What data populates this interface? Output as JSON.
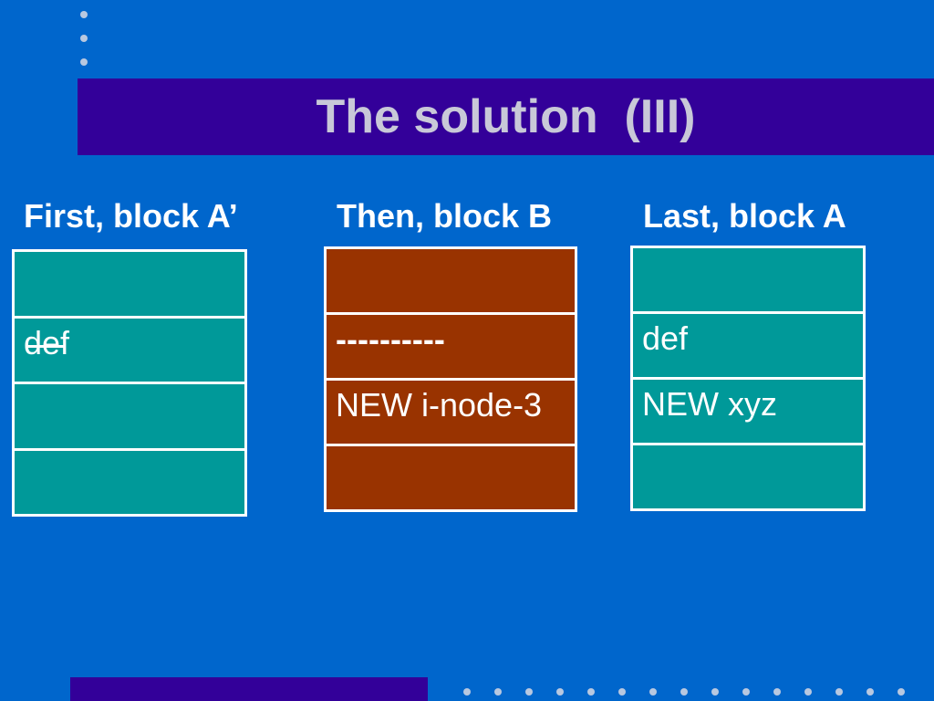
{
  "slide": {
    "title": "The solution  (III)",
    "columns": [
      {
        "heading": "First, block A’",
        "color": "#009999",
        "cells": [
          "",
          "def",
          "",
          ""
        ],
        "struck_cell_index": 1
      },
      {
        "heading": "Then, block B",
        "color": "#993300",
        "cells": [
          "",
          "----------",
          "NEW i-node-3",
          ""
        ]
      },
      {
        "heading": "Last, block A",
        "color": "#009999",
        "cells": [
          "",
          "def",
          "NEW xyz",
          ""
        ]
      }
    ]
  },
  "colors": {
    "background": "#0066cc",
    "title_bar": "#330099",
    "title_text": "#c8c8d8",
    "teal": "#009999",
    "rust": "#993300"
  }
}
